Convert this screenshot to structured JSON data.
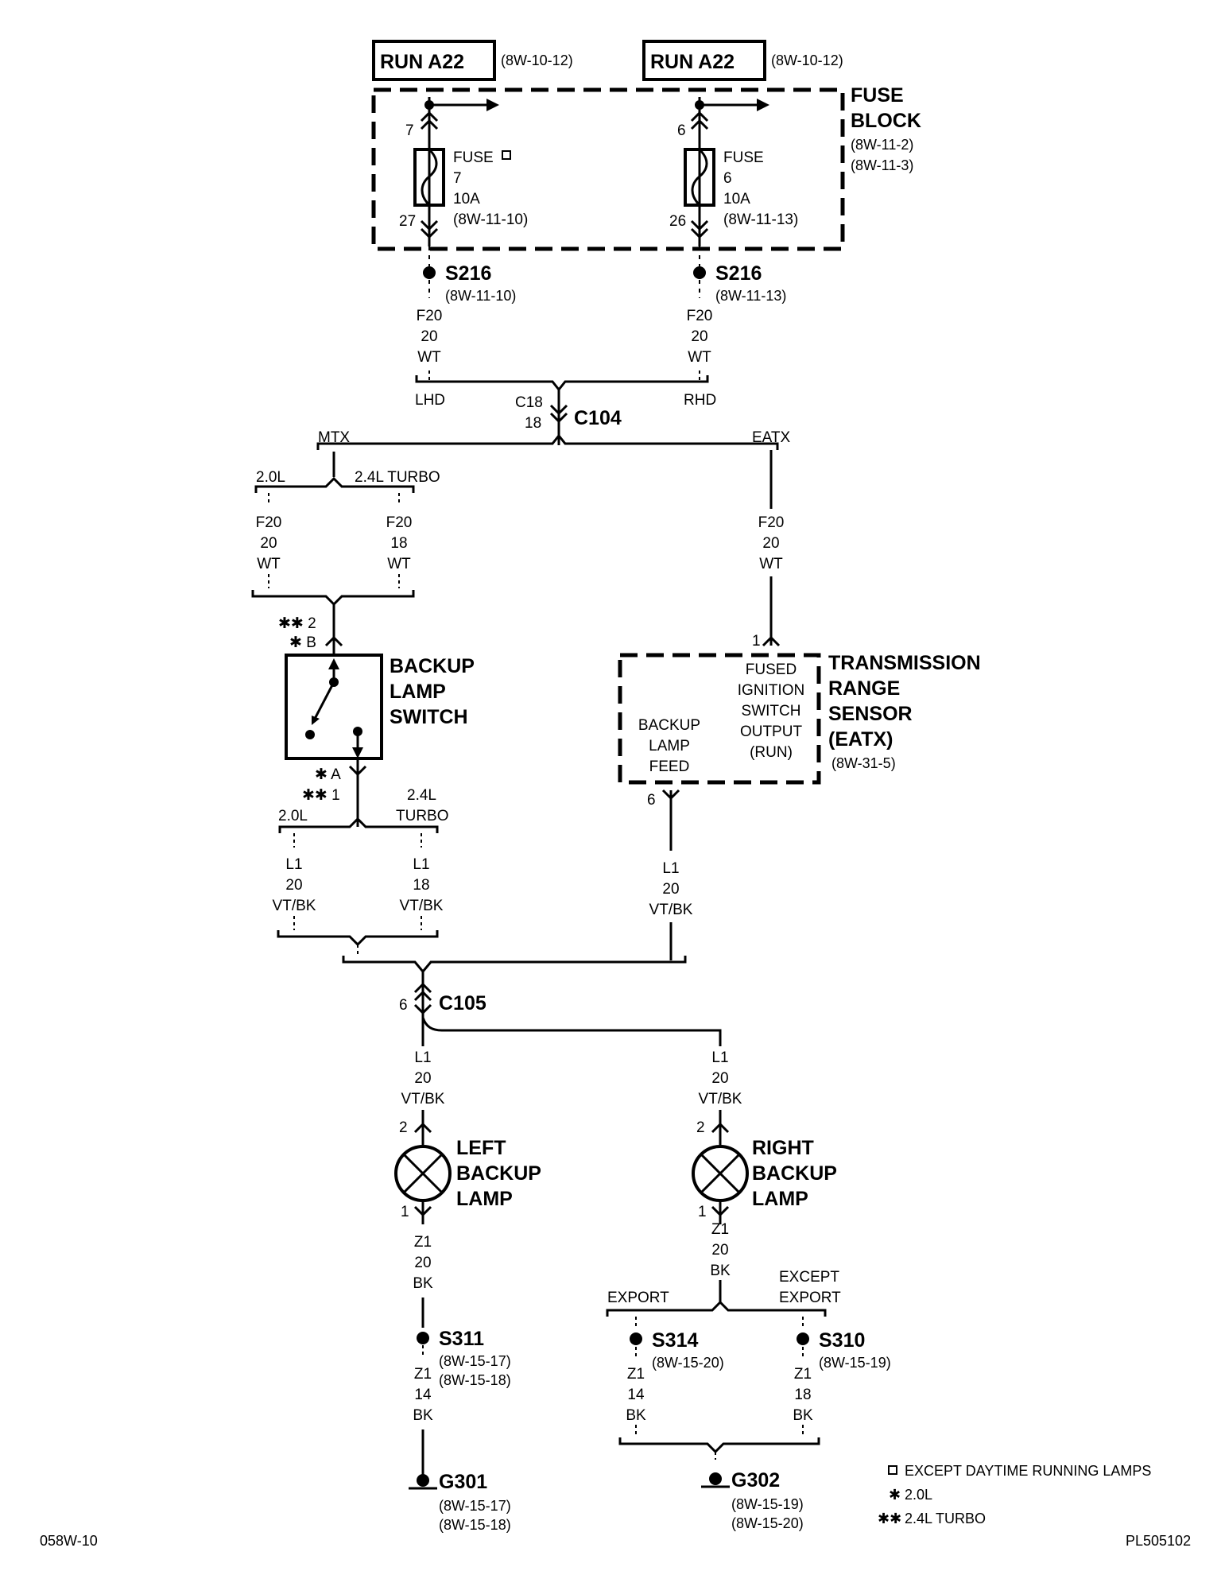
{
  "page": {
    "code_left": "058W-10",
    "code_right": "PL505102"
  },
  "sources": {
    "left": {
      "name": "RUN A22",
      "ref": "(8W-10-12)"
    },
    "right": {
      "name": "RUN A22",
      "ref": "(8W-10-12)"
    }
  },
  "fuse_block": {
    "title1": "FUSE",
    "title2": "BLOCK",
    "ref1": "(8W-11-2)",
    "ref2": "(8W-11-3)"
  },
  "fuses": {
    "left": {
      "pin_in": "7",
      "pin_out": "27",
      "label": "FUSE",
      "number": "7",
      "amps": "10A",
      "ref": "(8W-11-10)"
    },
    "right": {
      "pin_in": "6",
      "pin_out": "26",
      "label": "FUSE",
      "number": "6",
      "amps": "10A",
      "ref": "(8W-11-13)"
    }
  },
  "splices_top": {
    "left": {
      "id": "S216",
      "ref": "(8W-11-10)"
    },
    "right": {
      "id": "S216",
      "ref": "(8W-11-13)"
    }
  },
  "wires": {
    "f20_20_wt": [
      "F20",
      "20",
      "WT"
    ],
    "f20_18_wt": [
      "F20",
      "18",
      "WT"
    ],
    "l1_20_vtbk": [
      "L1",
      "20",
      "VT/BK"
    ],
    "l1_18_vtbk": [
      "L1",
      "18",
      "VT/BK"
    ],
    "z1_20_bk": [
      "Z1",
      "20",
      "BK"
    ],
    "z1_14_bk": [
      "Z1",
      "14",
      "BK"
    ],
    "z1_18_bk": [
      "Z1",
      "18",
      "BK"
    ]
  },
  "options": {
    "lhd": "LHD",
    "rhd": "RHD",
    "mtx": "MTX",
    "eatx": "EATX",
    "l20": "2.0L",
    "turbo_one_line": "2.4L TURBO",
    "turbo_l1": "2.4L",
    "turbo_l2": "TURBO",
    "export": "EXPORT",
    "except1": "EXCEPT",
    "except2": "EXPORT"
  },
  "c104": {
    "id": "C104",
    "pin_a": "C18",
    "pin_b": "18"
  },
  "c105": {
    "id": "C105",
    "pin": "6"
  },
  "backup_switch": {
    "l1": "BACKUP",
    "l2": "LAMP",
    "l3": "SWITCH",
    "top_pin_a": "✱✱  2",
    "top_pin_b": "✱  B",
    "bot_pin_a": "✱  A",
    "bot_pin_b": "✱✱  1"
  },
  "trs": {
    "l1": "TRANSMISSION",
    "l2": "RANGE",
    "l3": "SENSOR",
    "l4": "(EATX)",
    "ref": "(8W-31-5)",
    "pin_top": "1",
    "pin_bot": "6",
    "in_lines": [
      "FUSED",
      "IGNITION",
      "SWITCH",
      "OUTPUT",
      "(RUN)"
    ],
    "out_lines": [
      "BACKUP",
      "LAMP",
      "FEED"
    ]
  },
  "lamps": {
    "left": {
      "l1": "LEFT",
      "l2": "BACKUP",
      "l3": "LAMP",
      "pin_top": "2",
      "pin_bot": "1"
    },
    "right": {
      "l1": "RIGHT",
      "l2": "BACKUP",
      "l3": "LAMP",
      "pin_top": "2",
      "pin_bot": "1"
    }
  },
  "splices_bottom": {
    "s311": {
      "id": "S311",
      "ref1": "(8W-15-17)",
      "ref2": "(8W-15-18)"
    },
    "s314": {
      "id": "S314",
      "ref": "(8W-15-20)"
    },
    "s310": {
      "id": "S310",
      "ref": "(8W-15-19)"
    }
  },
  "grounds": {
    "g301": {
      "id": "G301",
      "ref1": "(8W-15-17)",
      "ref2": "(8W-15-18)"
    },
    "g302": {
      "id": "G302",
      "ref1": "(8W-15-19)",
      "ref2": "(8W-15-20)"
    }
  },
  "legend": {
    "square": "EXCEPT DAYTIME RUNNING LAMPS",
    "single": "2.0L",
    "double": "2.4L TURBO",
    "single_sym": "✱",
    "double_sym": "✱✱"
  }
}
